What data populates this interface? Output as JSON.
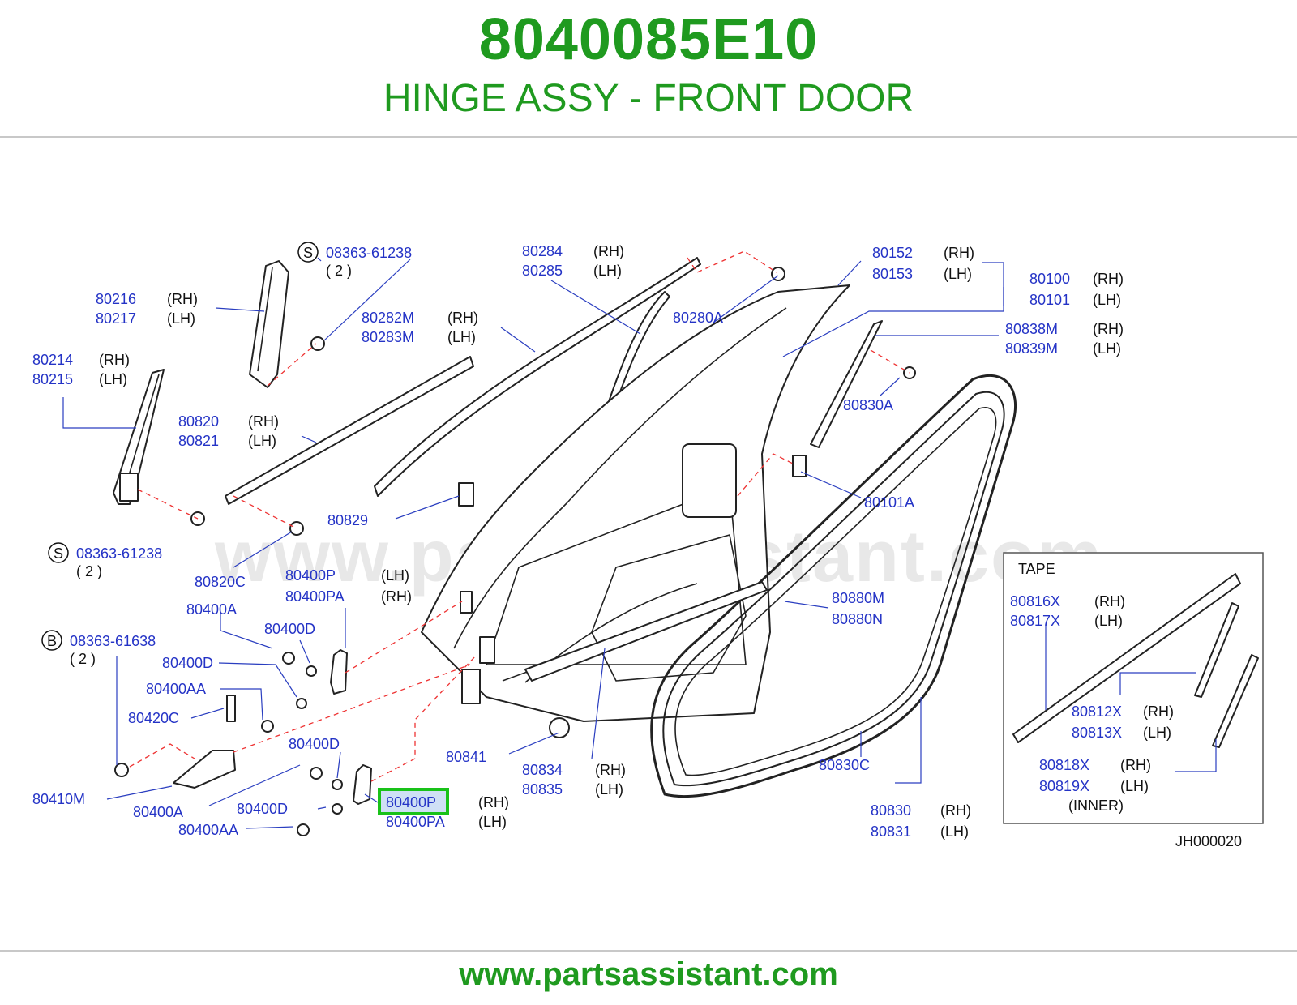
{
  "header": {
    "part_code": "8040085E10",
    "part_name": "HINGE ASSY - FRONT DOOR"
  },
  "footer": {
    "website": "www.partsassistant.com"
  },
  "watermark": "www.partsassistant.com",
  "colors": {
    "brand_green": "#1f9a1f",
    "callout_blue": "#2433c6",
    "leader_blue": "#2a3ec0",
    "dash_red": "#e33333",
    "highlight_border": "#19c219"
  },
  "diagram": {
    "drawing_id": "JH000020",
    "highlighted_part": "80400P",
    "tape_box": {
      "title": "TAPE"
    },
    "callouts": [
      {
        "id": "s1",
        "symbol": "S",
        "part": "08363-61238",
        "qty": "( 2 )"
      },
      {
        "id": "s2",
        "symbol": "S",
        "part": "08363-61238",
        "qty": "( 2 )"
      },
      {
        "id": "b1",
        "symbol": "B",
        "part": "08363-61638",
        "qty": "( 2 )"
      },
      {
        "id": "c80216",
        "part": "80216",
        "side": "(RH)"
      },
      {
        "id": "c80217",
        "part": "80217",
        "side": "(LH)"
      },
      {
        "id": "c80214",
        "part": "80214",
        "side": "(RH)"
      },
      {
        "id": "c80215",
        "part": "80215",
        "side": "(LH)"
      },
      {
        "id": "c80284",
        "part": "80284",
        "side": "(RH)"
      },
      {
        "id": "c80285",
        "part": "80285",
        "side": "(LH)"
      },
      {
        "id": "c80282M",
        "part": "80282M",
        "side": "(RH)"
      },
      {
        "id": "c80283M",
        "part": "80283M",
        "side": "(LH)"
      },
      {
        "id": "c80280A",
        "part": "80280A"
      },
      {
        "id": "c80152",
        "part": "80152",
        "side": "(RH)"
      },
      {
        "id": "c80153",
        "part": "80153",
        "side": "(LH)"
      },
      {
        "id": "c80100",
        "part": "80100",
        "side": "(RH)"
      },
      {
        "id": "c80101",
        "part": "80101",
        "side": "(LH)"
      },
      {
        "id": "c80838M",
        "part": "80838M",
        "side": "(RH)"
      },
      {
        "id": "c80839M",
        "part": "80839M",
        "side": "(LH)"
      },
      {
        "id": "c80830A",
        "part": "80830A"
      },
      {
        "id": "c80820",
        "part": "80820",
        "side": "(RH)"
      },
      {
        "id": "c80821",
        "part": "80821",
        "side": "(LH)"
      },
      {
        "id": "c80101A",
        "part": "80101A"
      },
      {
        "id": "c80829",
        "part": "80829"
      },
      {
        "id": "c80820C",
        "part": "80820C"
      },
      {
        "id": "c80400P_t",
        "part": "80400P",
        "side": "(LH)"
      },
      {
        "id": "c80400PA_t",
        "part": "80400PA",
        "side": "(RH)"
      },
      {
        "id": "c80400A_t",
        "part": "80400A"
      },
      {
        "id": "c80400D_1",
        "part": "80400D"
      },
      {
        "id": "c80400D_2",
        "part": "80400D"
      },
      {
        "id": "c80400AA_1",
        "part": "80400AA"
      },
      {
        "id": "c80420C",
        "part": "80420C"
      },
      {
        "id": "c80400D_3",
        "part": "80400D"
      },
      {
        "id": "c80410M",
        "part": "80410M"
      },
      {
        "id": "c80400A_b",
        "part": "80400A"
      },
      {
        "id": "c80400D_4",
        "part": "80400D"
      },
      {
        "id": "c80400AA_2",
        "part": "80400AA"
      },
      {
        "id": "c80400P_b",
        "part": "80400P",
        "side": "(RH)"
      },
      {
        "id": "c80400PA_b",
        "part": "80400PA",
        "side": "(LH)"
      },
      {
        "id": "c80841",
        "part": "80841"
      },
      {
        "id": "c80834",
        "part": "80834",
        "side": "(RH)"
      },
      {
        "id": "c80835",
        "part": "80835",
        "side": "(LH)"
      },
      {
        "id": "c80880M",
        "part": "80880M"
      },
      {
        "id": "c80880N",
        "part": "80880N"
      },
      {
        "id": "c80830C",
        "part": "80830C"
      },
      {
        "id": "c80830",
        "part": "80830",
        "side": "(RH)"
      },
      {
        "id": "c80831",
        "part": "80831",
        "side": "(LH)"
      },
      {
        "id": "c80816X",
        "part": "80816X",
        "side": "(RH)"
      },
      {
        "id": "c80817X",
        "part": "80817X",
        "side": "(LH)"
      },
      {
        "id": "c80812X",
        "part": "80812X",
        "side": "(RH)"
      },
      {
        "id": "c80813X",
        "part": "80813X",
        "side": "(LH)"
      },
      {
        "id": "c80818X",
        "part": "80818X",
        "side": "(RH)"
      },
      {
        "id": "c80819X",
        "part": "80819X",
        "side": "(LH)"
      },
      {
        "id": "inner",
        "part": "",
        "side": "(INNER)"
      }
    ]
  }
}
